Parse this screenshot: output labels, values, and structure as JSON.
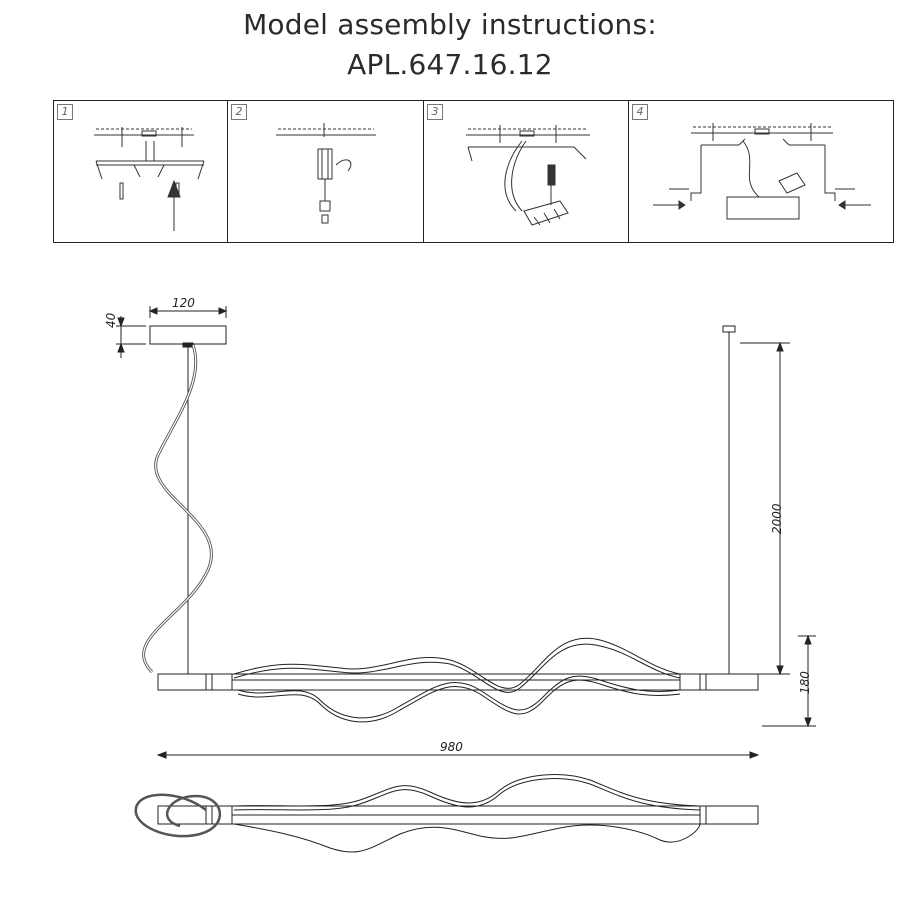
{
  "header": {
    "line1": "Model assembly instructions:",
    "line2": "APL.647.16.12"
  },
  "steps": [
    {
      "number": "1",
      "icon": "ceiling-mount-installation-icon"
    },
    {
      "number": "2",
      "icon": "cable-clamp-icon"
    },
    {
      "number": "3",
      "icon": "wire-connection-icon"
    },
    {
      "number": "4",
      "icon": "canopy-fixing-screws-icon"
    }
  ],
  "dimensions": {
    "canopy_width": "120",
    "canopy_height": "40",
    "cable_length": "2000",
    "fixture_height": "180",
    "fixture_length": "980"
  }
}
